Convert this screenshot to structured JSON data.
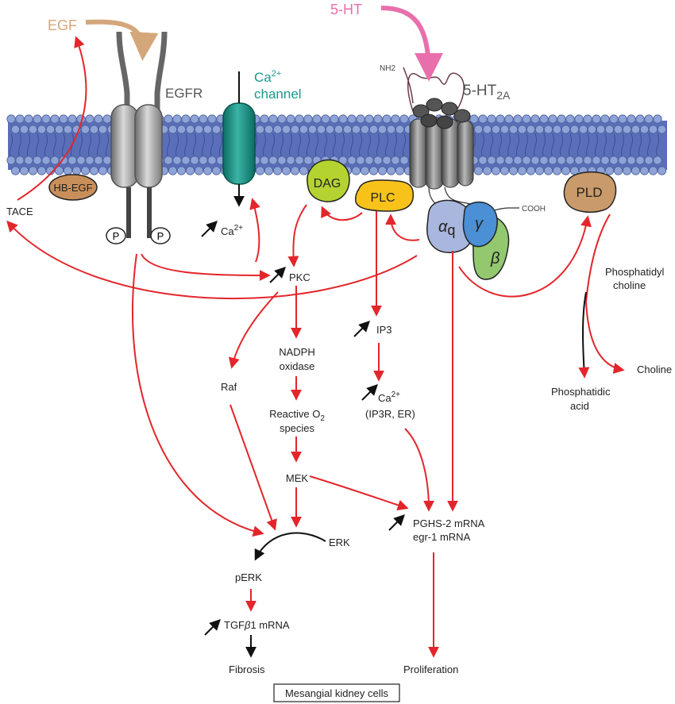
{
  "diagram": {
    "ligands": {
      "egf": "EGF",
      "serotonin": "5-HT"
    },
    "receptors": {
      "egfr": "EGFR",
      "ht2a_prefix": "5-HT",
      "ht2a_sub": "2A",
      "ca_channel_prefix": "Ca",
      "ca_channel_sup": "2+",
      "ca_channel_suffix": "channel"
    },
    "membrane_proteins": {
      "hb_egf": "HB-EGF",
      "dag": "DAG",
      "plc": "PLC",
      "pld": "PLD",
      "phospho_left": "P",
      "phospho_right": "P"
    },
    "g_protein": {
      "alpha": "α",
      "alpha_sub": "q",
      "gamma": "γ",
      "beta": "β"
    },
    "termini": {
      "nh2": "NH2",
      "cooh": "COOH"
    },
    "nodes": {
      "tace": "TACE",
      "ca_influx_prefix": "Ca",
      "ca_influx_sup": "2+",
      "pkc": "PKC",
      "nadph_line1": "NADPH",
      "nadph_line2": "oxidase",
      "ros_line1_prefix": "Reactive O",
      "ros_line1_sub": "2",
      "ros_line2": "species",
      "mek": "MEK",
      "raf": "Raf",
      "erk": "ERK",
      "perk": "pERK",
      "tgf_prefix": "TGF",
      "tgf_beta": "β",
      "tgf_num": "1",
      "tgf_suffix": " mRNA",
      "fibrosis": "Fibrosis",
      "ip3": "IP3",
      "ca_er_prefix": "Ca",
      "ca_er_sup": "2+",
      "ca_er_line2": "(IP3R, ER)",
      "pghs2": "PGHS-2 mRNA",
      "egr1": "egr-1 mRNA",
      "proliferation": "Proliferation",
      "phosphatidylcholine_line1": "Phosphatidyl",
      "phosphatidylcholine_line2": "choline",
      "phosphatidic_line1": "Phosphatidic",
      "phosphatidic_line2": "acid",
      "choline": "Choline"
    },
    "caption": "Mesangial kidney cells"
  },
  "colors": {
    "arrow_red": "#e3262b",
    "egf": "#d4a77a",
    "serotonin": "#e86fab",
    "ca_channel": "#1a9a8c",
    "hb_egf": "#c98f5a",
    "dag": "#b4d330",
    "plc": "#f8c21b",
    "pld": "#c99a6a",
    "g_alpha": "#a9b6de",
    "g_gamma": "#4b8fd4",
    "g_beta": "#93c86f",
    "membrane_head": "#8ea3d6"
  }
}
